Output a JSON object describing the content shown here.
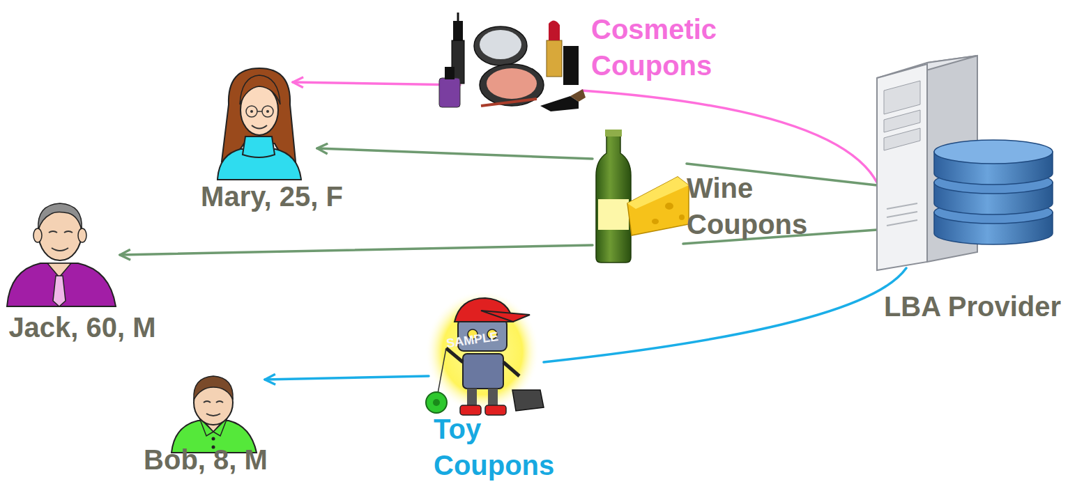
{
  "diagram": {
    "nodes": [
      {
        "text": [
          "Cosmetic Coupons"
        ]
      },
      {
        "text": [
          "Mary, 25, F"
        ]
      },
      {
        "text": [
          "Wine Coupons"
        ]
      },
      {
        "text": [
          "Jack, 60, M"
        ]
      },
      {
        "text": [
          "LBA Provider"
        ]
      },
      {
        "text": [
          "Bob, 8, M"
        ]
      },
      {
        "text": [
          "Toy Coupons"
        ]
      }
    ],
    "edges": [
      {
        "from": 4,
        "to": 0,
        "arrow": "none"
      },
      {
        "from": 0,
        "to": 1,
        "arrow": "to"
      },
      {
        "from": 4,
        "to": 2,
        "arrow": "none"
      },
      {
        "from": 2,
        "to": 1,
        "arrow": "to"
      },
      {
        "from": 4,
        "to": 2,
        "arrow": "none"
      },
      {
        "from": 2,
        "to": 3,
        "arrow": "to"
      },
      {
        "from": 4,
        "to": 6,
        "arrow": "none"
      },
      {
        "from": 6,
        "to": 5,
        "arrow": "to"
      }
    ],
    "labels": [
      "SAMPLE"
    ]
  }
}
